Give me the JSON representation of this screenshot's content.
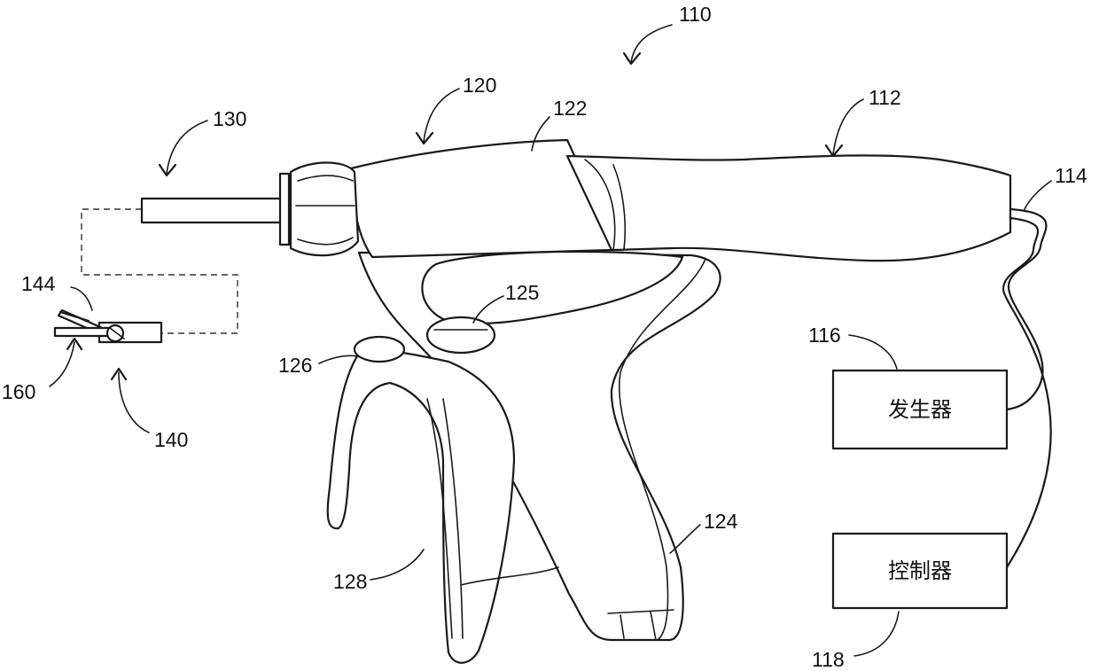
{
  "labels": {
    "r110": "110",
    "r112": "112",
    "r114": "114",
    "r116": "116",
    "r118": "118",
    "r120": "120",
    "r122": "122",
    "r124": "124",
    "r125": "125",
    "r126": "126",
    "r128": "128",
    "r130": "130",
    "r140": "140",
    "r144": "144",
    "r160": "160"
  },
  "boxes": {
    "generator": "发生器",
    "controller": "控制器"
  }
}
